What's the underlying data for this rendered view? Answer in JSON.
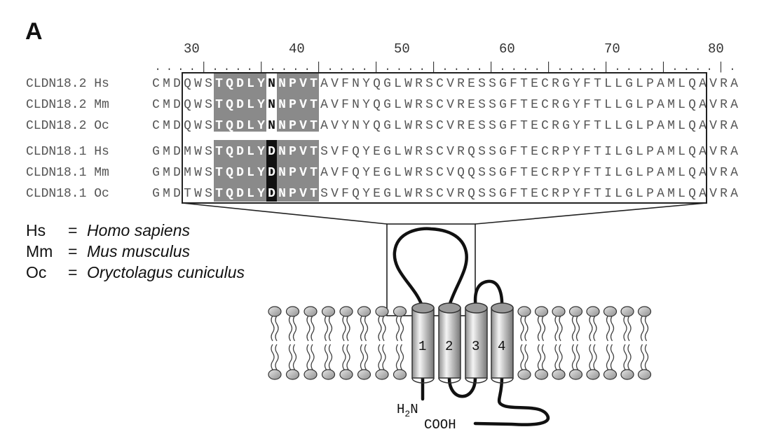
{
  "panel_label": "A",
  "ruler": {
    "numbers": [
      "30",
      "40",
      "50",
      "60",
      "70",
      "80"
    ],
    "dots": ". . . . | . . . . | . . . . | . . . . | . . . . | . . . . | . . . . | . . . . | . . . . | . . . . | ."
  },
  "sequences": [
    {
      "name": "CLDN18.2 Hs",
      "pre": "CMD",
      "seq": "QWSTQDLYNNPVTAVFNYQGLWRSCVRESSGFTECRGYFTLLGLPAMLQA",
      "post": "VRA"
    },
    {
      "name": "CLDN18.2 Mm",
      "pre": "CMD",
      "seq": "QWSTQDLYNNPVTAVFNYQGLWRSCVRESSGFTECRGYFTLLGLPAMLQA",
      "post": "VRA"
    },
    {
      "name": "CLDN18.2 Oc",
      "pre": "CMD",
      "seq": "QWSTQDLYNNPVTAVYNYQGLWRSCVRESSGFTECRGYFTLLGLPAMLQA",
      "post": "VRA"
    },
    {
      "name": "CLDN18.1 Hs",
      "pre": "GMD",
      "seq": "MWSTQDLYDNPVTSVFQYEGLWRSCVRQSSGFTECRPYFTILGLPAMLQA",
      "post": "VRA"
    },
    {
      "name": "CLDN18.1 Mm",
      "pre": "GMD",
      "seq": "MWSTQDLYDNPVTAVFQYEGLWRSCVQQSSGFTECRPYFTILGLPAMLQA",
      "post": "VRA"
    },
    {
      "name": "CLDN18.1 Oc",
      "pre": "GMD",
      "seq": "TWSTQDLYDNPVTSVFQYEGLWRSCVRQSSGFTECRPYFTILGLPAMLQA",
      "post": "VRA"
    }
  ],
  "legend": [
    {
      "abbr": "Hs",
      "eq": "=",
      "species": "Homo sapiens"
    },
    {
      "abbr": "Mm",
      "eq": "=",
      "species": "Mus musculus"
    },
    {
      "abbr": "Oc",
      "eq": "=",
      "species": "Oryctolagus cuniculus"
    }
  ],
  "helix_labels": [
    "1",
    "2",
    "3",
    "4"
  ],
  "terminus": {
    "n_h": "H",
    "n_sub": "2",
    "n_n": "N",
    "c_term": "COOH"
  },
  "colors": {
    "box_fill": "#8a8a8a",
    "black_cell": "#111111",
    "text_gray": "#555555"
  }
}
